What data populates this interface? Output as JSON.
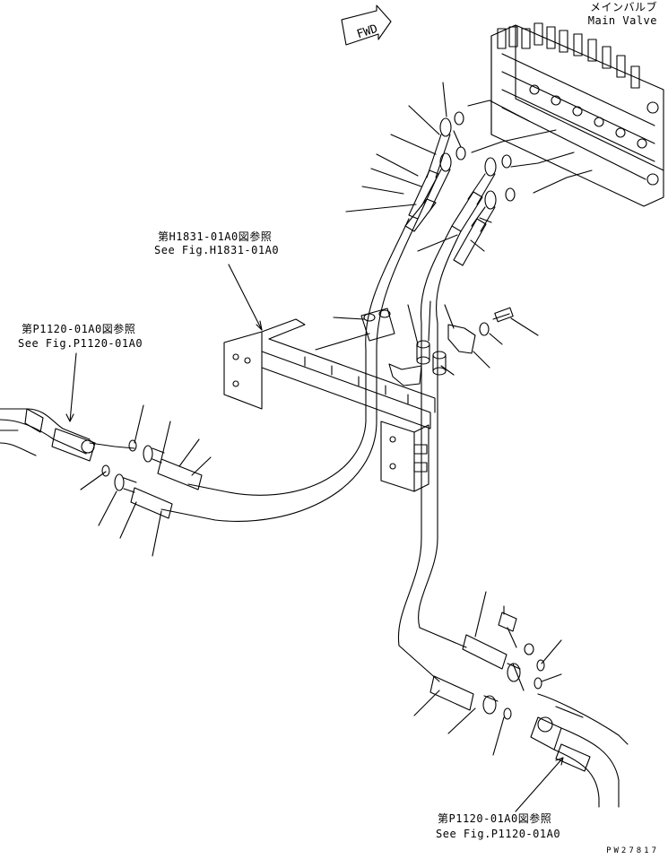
{
  "fwd_label": "FWD",
  "main_valve": {
    "jp": "メインバルブ",
    "en": "Main Valve"
  },
  "ref_top": {
    "jp": "第H1831-01A0図参照",
    "en": "See Fig.H1831-01A0"
  },
  "ref_left": {
    "jp": "第P1120-01A0図参照",
    "en": "See Fig.P1120-01A0"
  },
  "ref_bottom": {
    "jp": "第P1120-01A0図参照",
    "en": "See Fig.P1120-01A0"
  },
  "drawing_no": "PW27817",
  "colors": {
    "line": "#000000",
    "background": "#ffffff"
  }
}
